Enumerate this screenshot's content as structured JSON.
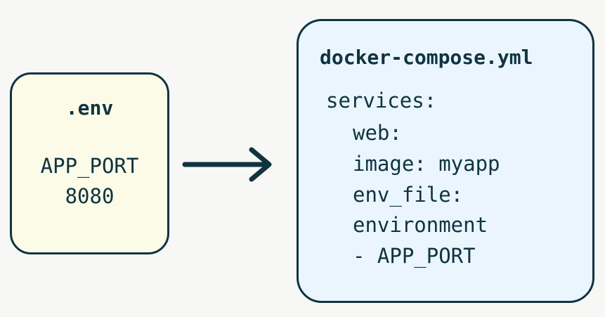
{
  "env_file": {
    "title": ".env",
    "lines": [
      "APP_PORT",
      "8080"
    ]
  },
  "compose_file": {
    "title": "docker-compose.yml",
    "lines": [
      "services:",
      "web:",
      "image: myapp",
      "env_file:",
      "environment",
      "- APP_PORT"
    ]
  },
  "colors": {
    "ink": "#0f3440",
    "env_fill": "#fbfbe8",
    "compose_fill": "#eaf5fd",
    "background": "#f7f7f6"
  },
  "icons": {
    "flow": "right-arrow-icon"
  }
}
